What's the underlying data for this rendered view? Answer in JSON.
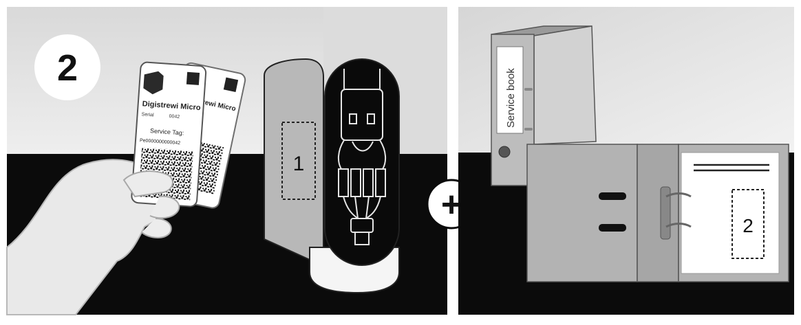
{
  "step_badge": "2",
  "card": {
    "brand": "Digistrewi Micro",
    "serial_label": "Serial",
    "serial_value": "0042",
    "service_tag_label": "Service Tag:",
    "service_tag_value": "Pe0000000000042"
  },
  "leaflet_box_label": "1",
  "plus_symbol": "+",
  "binder_spine_label": "Service book",
  "binder_pocket_label": "2",
  "colors": {
    "dark_floor": "#0b0b0b",
    "wall_light": "#e6e6e6",
    "binder_grey": "#b3b3b3",
    "paper_white": "#ffffff"
  }
}
